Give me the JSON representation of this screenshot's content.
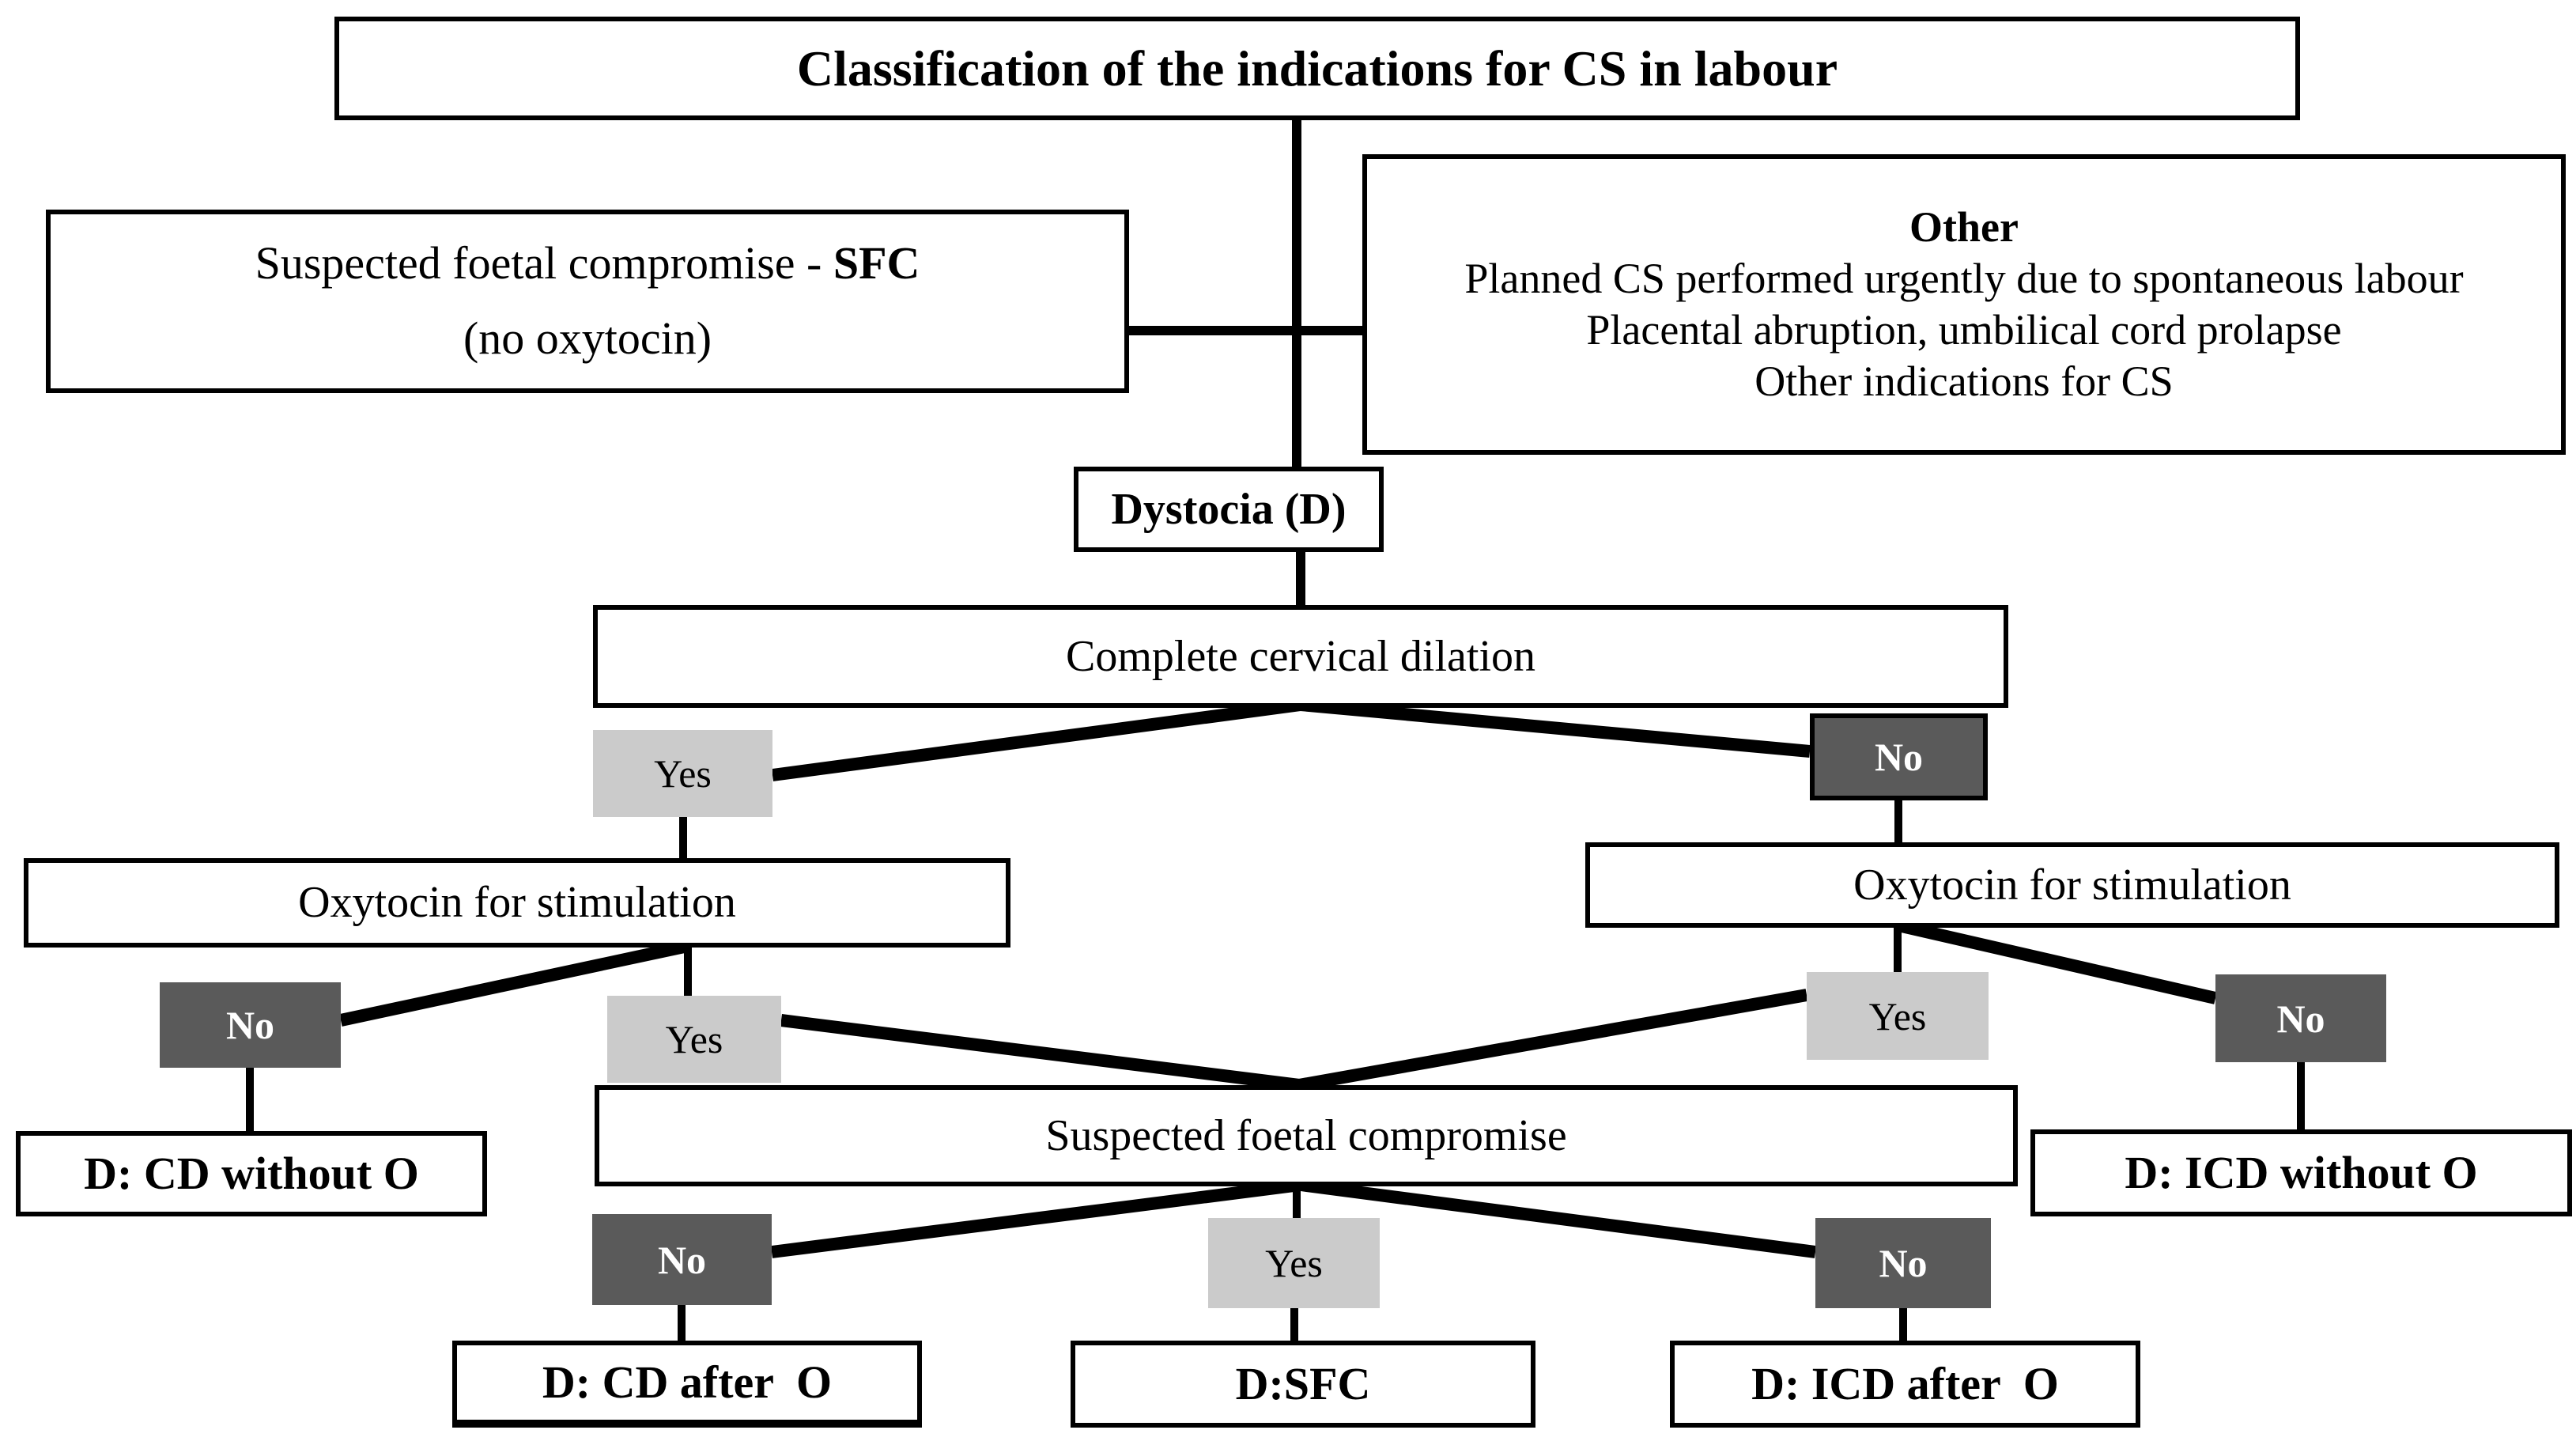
{
  "diagram": {
    "title": "Classification of the indications for CS in labour",
    "labels": {
      "yes": "Yes",
      "no": "No"
    },
    "nodes": {
      "sfc": {
        "text": "Suspected foetal compromise - ",
        "abbr": "SFC",
        "subtext": "(no oxytocin)"
      },
      "other": {
        "title": "Other",
        "line1": "Planned CS performed urgently due to spontaneous labour",
        "line2": "Placental abruption, umbilical cord prolapse",
        "line3": "Other indications for CS"
      },
      "dystocia": "Dystocia (D)",
      "complete_dilation": "Complete cervical dilation",
      "oxytocin_left": "Oxytocin for stimulation",
      "oxytocin_right": "Oxytocin for stimulation",
      "suspected_compromise": "Suspected foetal compromise",
      "d_cd_without_o": "D: CD without O",
      "d_icd_without_o": "D: ICD without O",
      "d_cd_after_o": "D: CD after  O",
      "d_sfc": "D:SFC",
      "d_icd_after_o": "D: ICD after  O"
    },
    "colors": {
      "yes_fill": "#cbcbcb",
      "no_fill": "#5a5a5a",
      "line": "#000000",
      "box_border": "#000000"
    }
  }
}
